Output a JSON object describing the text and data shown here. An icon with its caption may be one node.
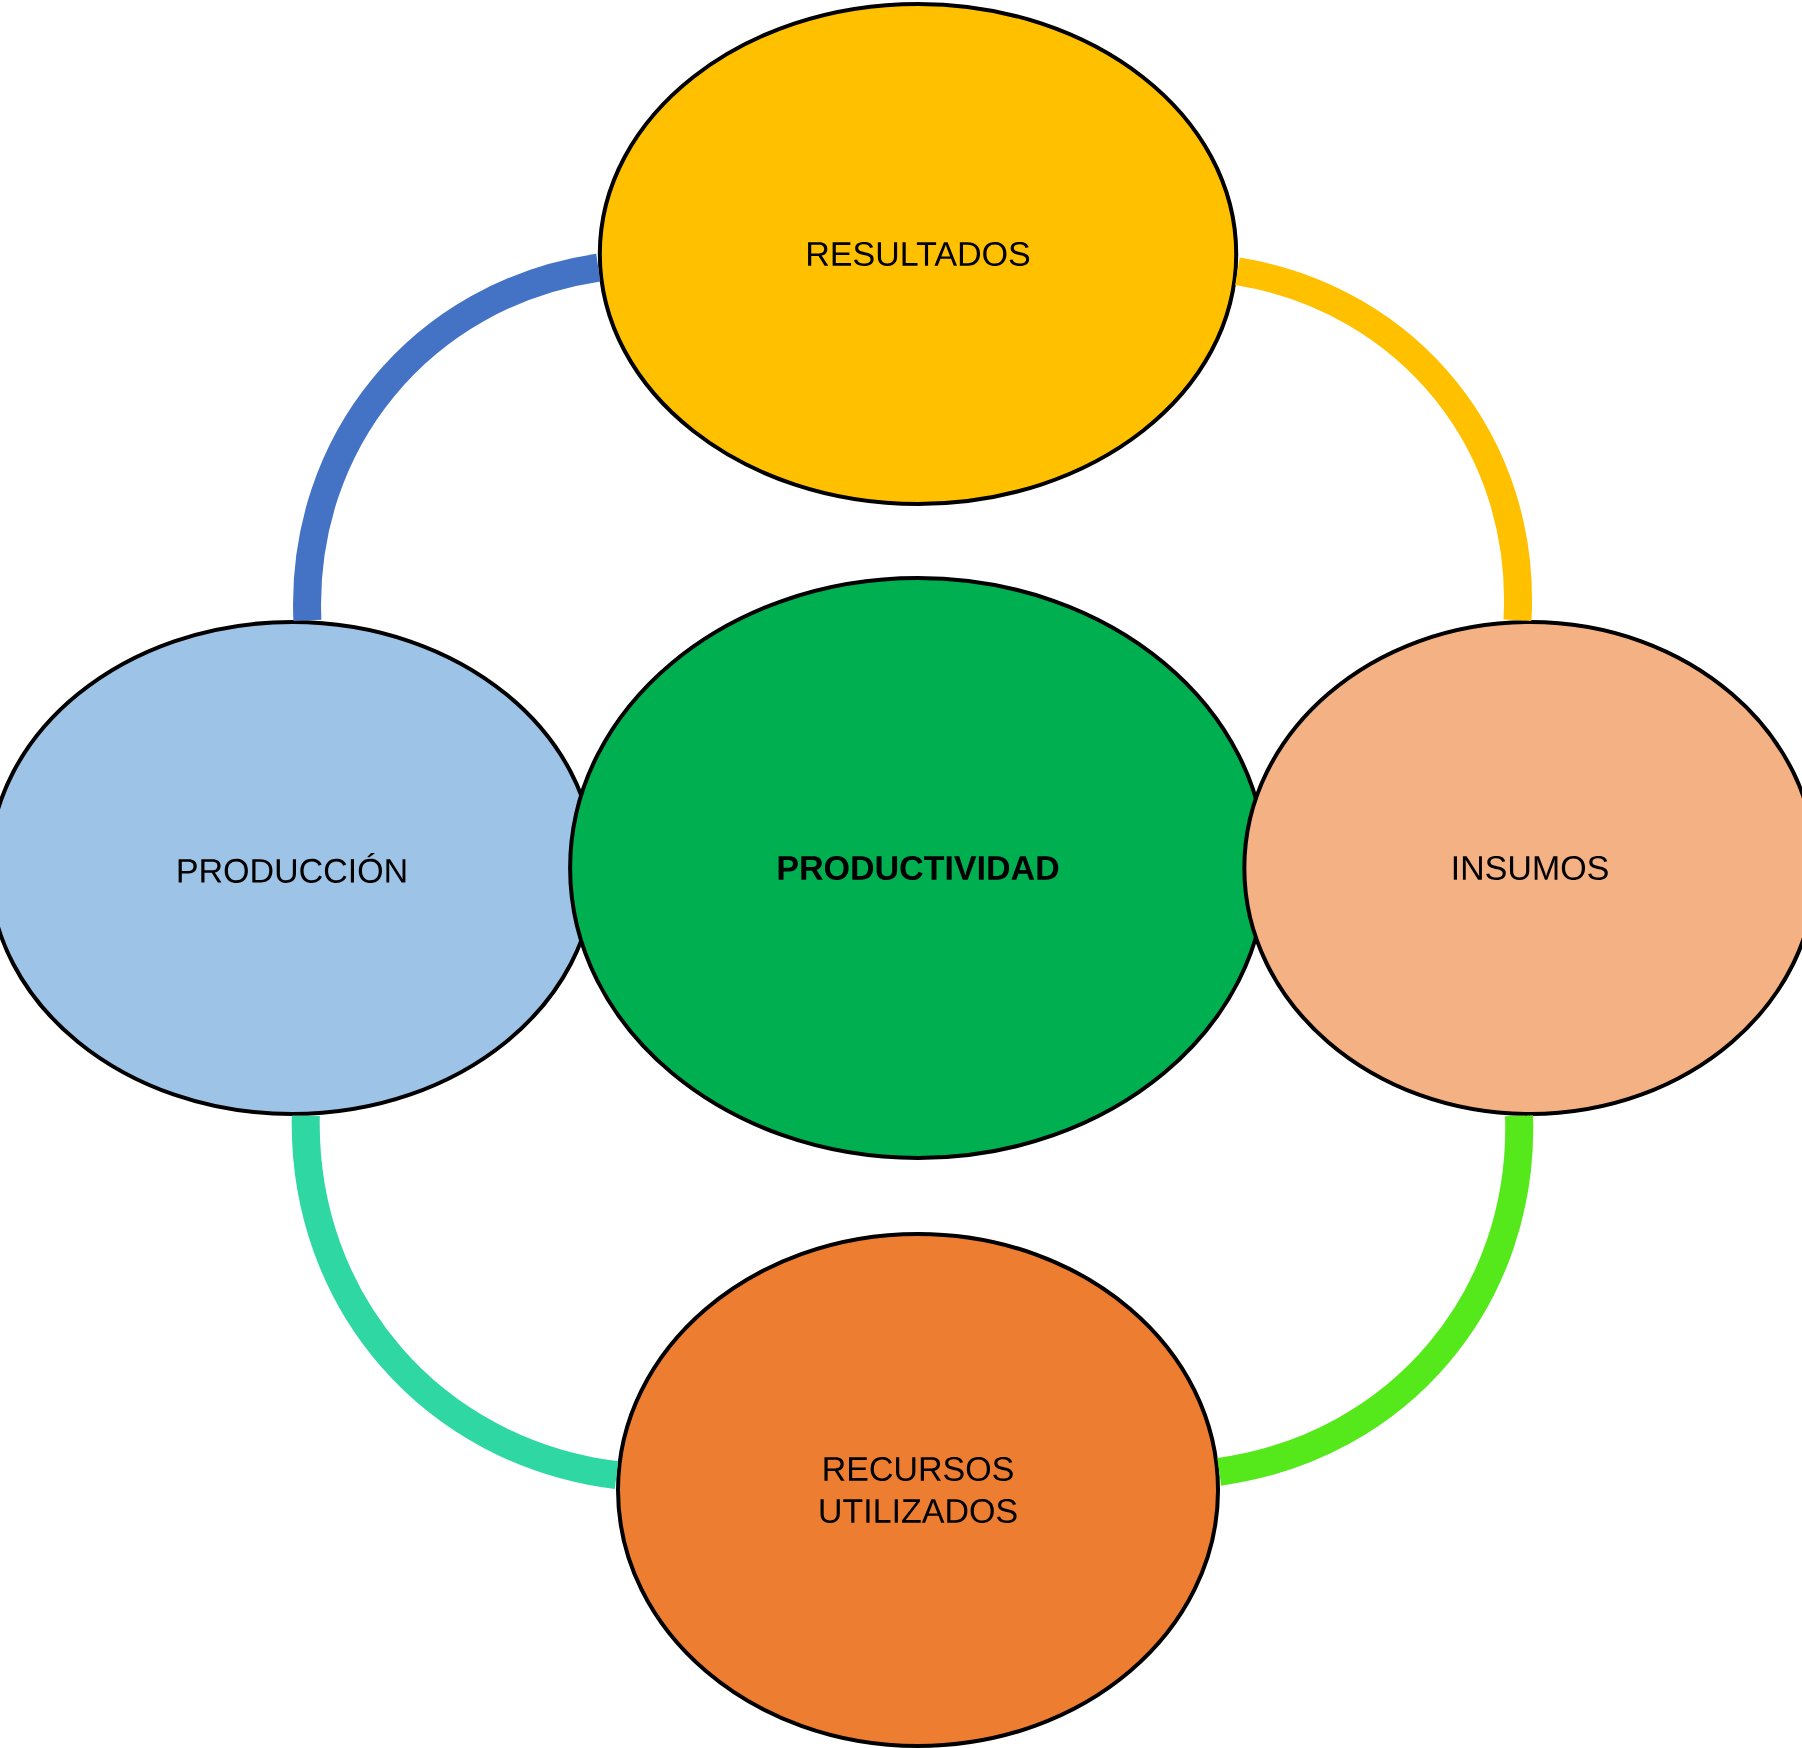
{
  "diagram": {
    "nodes": [
      {
        "text": [
          "RESULTADOS"
        ]
      },
      {
        "text": [
          "PRODUCCIÓN"
        ]
      },
      {
        "text": [
          "PRODUCTIVIDAD"
        ]
      },
      {
        "text": [
          "INSUMOS"
        ]
      },
      {
        "text": [
          "RECURSOS UTILIZADOS"
        ]
      }
    ],
    "edges": [
      {
        "from": 0,
        "to": 3,
        "arrow": "none",
        "color": "#ffc000"
      },
      {
        "from": 3,
        "to": 4,
        "arrow": "none",
        "color": "#55e81b"
      },
      {
        "from": 4,
        "to": 1,
        "arrow": "none",
        "color": "#2fd8a2"
      },
      {
        "from": 1,
        "to": 0,
        "arrow": "none",
        "color": "#4472c4"
      }
    ]
  }
}
